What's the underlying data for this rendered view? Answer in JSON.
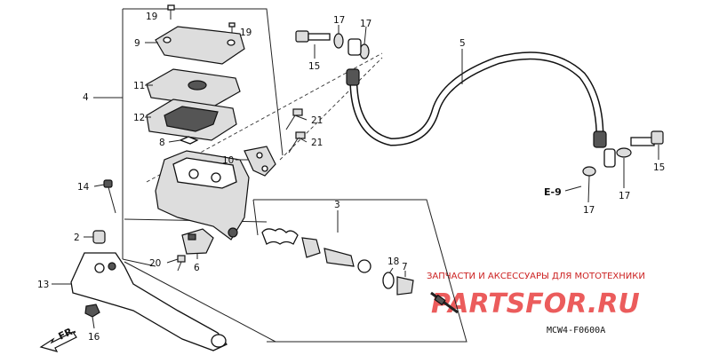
{
  "diagram": {
    "callouts": [
      {
        "id": "c19a",
        "text": "19"
      },
      {
        "id": "c19b",
        "text": "19"
      },
      {
        "id": "c9",
        "text": "9"
      },
      {
        "id": "c4",
        "text": "4"
      },
      {
        "id": "c11",
        "text": "11"
      },
      {
        "id": "c12",
        "text": "12"
      },
      {
        "id": "c8",
        "text": "8"
      },
      {
        "id": "c10",
        "text": "10"
      },
      {
        "id": "c21a",
        "text": "21"
      },
      {
        "id": "c21b",
        "text": "21"
      },
      {
        "id": "c14",
        "text": "14"
      },
      {
        "id": "c3",
        "text": "3"
      },
      {
        "id": "c2",
        "text": "2"
      },
      {
        "id": "c20",
        "text": "20"
      },
      {
        "id": "c6",
        "text": "6"
      },
      {
        "id": "c13",
        "text": "13"
      },
      {
        "id": "c16",
        "text": "16"
      },
      {
        "id": "c18",
        "text": "18"
      },
      {
        "id": "c7",
        "text": "7"
      },
      {
        "id": "c17a",
        "text": "17"
      },
      {
        "id": "c17b",
        "text": "17"
      },
      {
        "id": "c15a",
        "text": "15"
      },
      {
        "id": "c5",
        "text": "5"
      },
      {
        "id": "c15b",
        "text": "15"
      },
      {
        "id": "c17c",
        "text": "17"
      },
      {
        "id": "c17d",
        "text": "17"
      }
    ],
    "ref_label": "E-9",
    "front_marker": "FR.",
    "diagram_code": "MCW4-F0600A"
  },
  "watermark": {
    "tagline": "ЗАПЧАСТИ И АКСЕССУАРЫ ДЛЯ МОТОТЕХНИКИ",
    "brand": "PARTSFOR.RU"
  },
  "colors": {
    "ink": "#111111",
    "watermark": "#e84040"
  }
}
